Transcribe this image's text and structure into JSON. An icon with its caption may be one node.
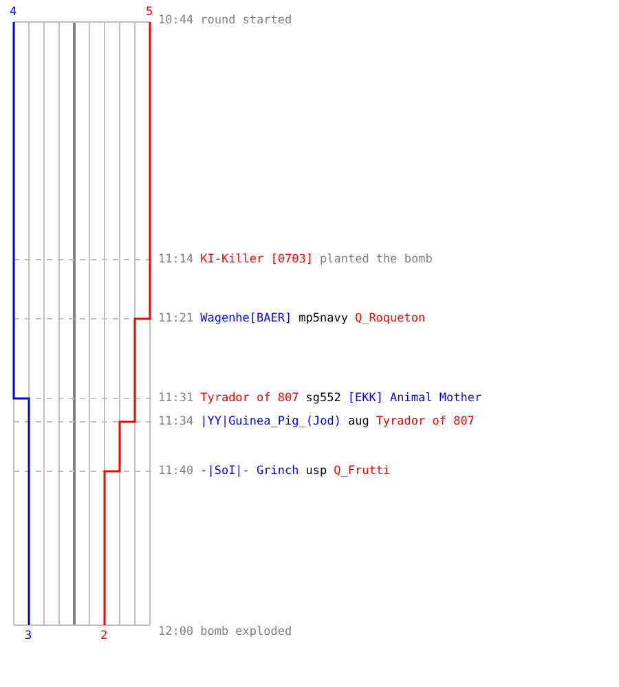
{
  "diagram": {
    "labels": [
      "4",
      "5",
      "10:44",
      "round started",
      "11:14",
      "KI-Killer [0703]",
      "planted the bomb",
      "11:21",
      "Wagenhe[BAER]",
      "mp5navy",
      "Q_Roqueton",
      "11:31",
      "Tyrador of 807",
      "sg552",
      "[EKK] Animal Mother",
      "11:34",
      "|YY|Guinea_Pig_(Jod)",
      "aug",
      "Tyrador of 807",
      "11:40",
      "-|SoI|- Grinch",
      "usp",
      "Q_Frutti",
      "3",
      "2",
      "12:00",
      "bomb exploded"
    ]
  }
}
